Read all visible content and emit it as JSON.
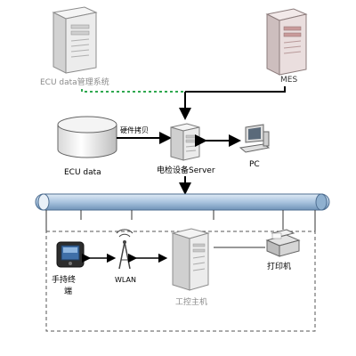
{
  "labels": {
    "ecu_mgmt": "ECU data管理系统",
    "mes": "MES",
    "ecu_data": "ECU data",
    "hardware_copy": "硬件拷贝",
    "server": "电检设备Server",
    "pc": "PC",
    "handheld_line1": "手持终",
    "handheld_line2": "端",
    "wlan": "WLAN",
    "ipc": "工控主机",
    "printer": "打印机"
  },
  "colors": {
    "line": "#000000",
    "dashed_green": "#2fa84f",
    "bus_fill": "#b8d0e8",
    "bus_stroke": "#4f6f92",
    "server_face": "#efefef",
    "server_side": "#cfcfcf",
    "server_stroke": "#7d7d7d",
    "mes_accent": "#c99a9a",
    "gray_text": "#8a8a8a"
  }
}
